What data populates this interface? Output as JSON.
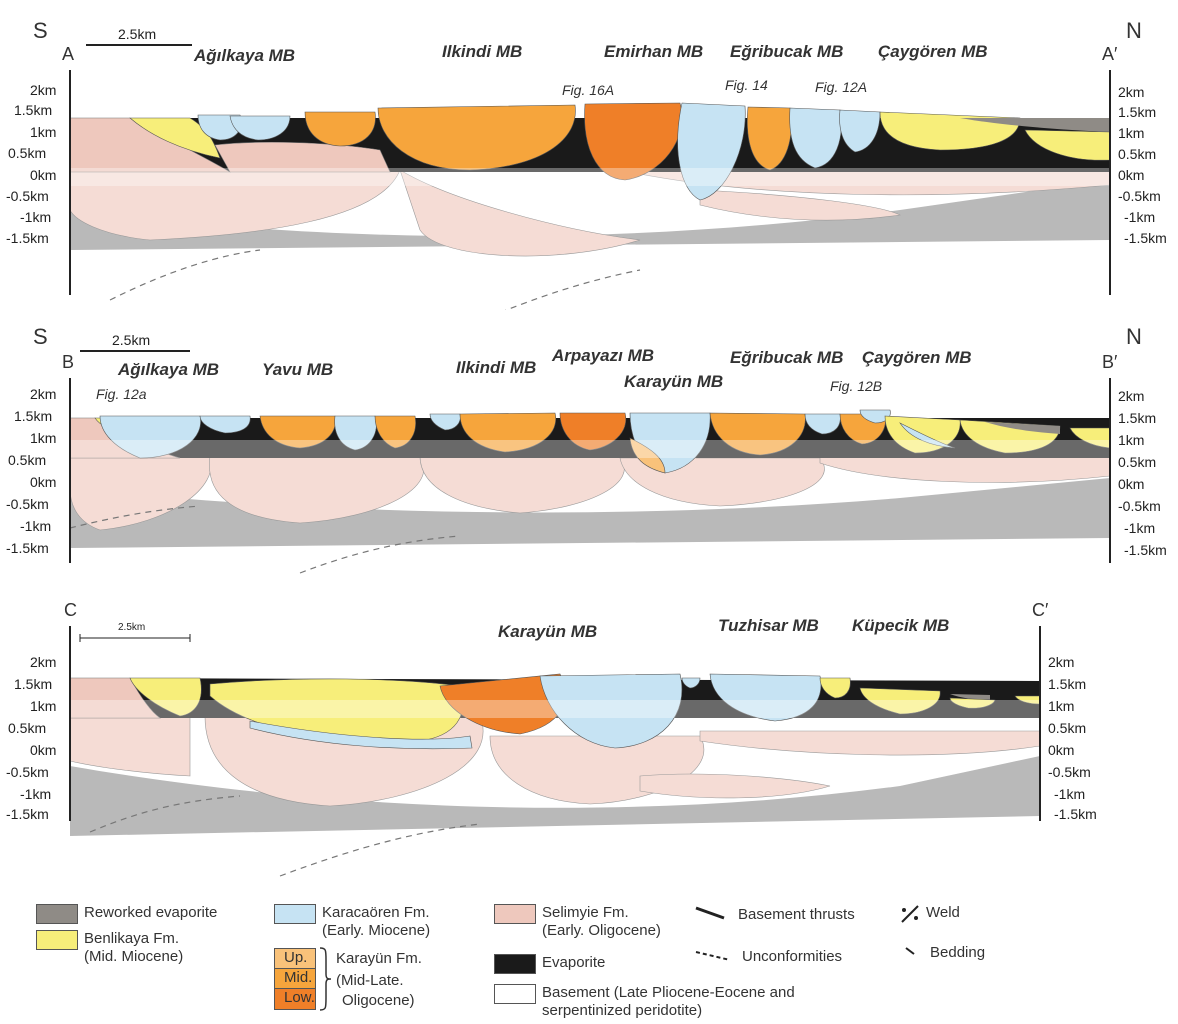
{
  "panels": [
    {
      "south": "S",
      "north": "N",
      "start": "A",
      "end": "A′",
      "scale": "2.5km",
      "mbs": [
        "Ağılkaya  MB",
        "Ilkindi MB",
        "Emirhan MB",
        "Eğribucak MB",
        "Çaygören MB"
      ],
      "figs": [
        "Fig. 16A",
        "Fig. 14",
        "Fig. 12A"
      ],
      "left_ticks": [
        "2km",
        "1.5km",
        "1km",
        "0.5km",
        "0km",
        "-0.5km",
        "-1km",
        "-1.5km"
      ],
      "right_ticks": [
        "2km",
        "1.5km",
        "1km",
        "0.5km",
        "0km",
        "-0.5km",
        "-1km",
        "-1.5km"
      ]
    },
    {
      "south": "S",
      "north": "N",
      "start": "B",
      "end": "B′",
      "scale": "2.5km",
      "mbs": [
        "Ağılkaya  MB",
        "Yavu MB",
        "Ilkindi MB",
        "Arpayazı MB",
        "Karayün MB",
        "Eğribucak MB",
        "Çaygören MB"
      ],
      "figs": [
        "Fig. 12a",
        "Fig. 12B"
      ],
      "left_ticks": [
        "2km",
        "1.5km",
        "1km",
        "0.5km",
        "0km",
        "-0.5km",
        "-1km",
        "-1.5km"
      ],
      "right_ticks": [
        "2km",
        "1.5km",
        "1km",
        "0.5km",
        "0km",
        "-0.5km",
        "-1km",
        "-1.5km"
      ]
    },
    {
      "start": "C",
      "end": "C′",
      "scale": "2.5km",
      "mbs": [
        "Karayün MB",
        "Tuzhisar MB",
        "Küpecik MB"
      ],
      "left_ticks": [
        "2km",
        "1.5km",
        "1km",
        "0.5km",
        "0km",
        "-0.5km",
        "-1km",
        "-1.5km"
      ],
      "right_ticks": [
        "2km",
        "1.5km",
        "1km",
        "0.5km",
        "0km",
        "-0.5km",
        "-1km",
        "-1.5km"
      ]
    }
  ],
  "legend": {
    "reworked": "Reworked evaporite",
    "benlikaya_1": "Benlikaya Fm.",
    "benlikaya_2": "(Mid. Miocene)",
    "karacaoren_1": "Karacaören Fm.",
    "karacaoren_2": "(Early. Miocene)",
    "up": "Up.",
    "mid": "Mid.",
    "low": "Low.",
    "karayun_1": "Karayün Fm.",
    "karayun_2": "(Mid-Late.",
    "karayun_3": "Oligocene)",
    "selimyie_1": "Selimyie Fm.",
    "selimyie_2": "(Early. Oligocene)",
    "evaporite": "Evaporite",
    "basement_1": "Basement (Late Pliocene-Eocene and",
    "basement_2": "serpentinized peridotite)",
    "thrusts": "Basement thrusts",
    "unconformities": "Unconformities",
    "weld": "Weld",
    "bedding": "Bedding"
  },
  "colors": {
    "reworked": "#8f8b86",
    "benlikaya": "#f7ee7a",
    "karacaoren": "#c6e3f3",
    "karayun_up": "#f9c27a",
    "karayun_mid": "#f6a53c",
    "karayun_low": "#ef7f28",
    "selimyie": "#eec8bd",
    "evaporite": "#1a1a1a",
    "basement": "#ffffff",
    "basement_blocks": "#f5dcd5",
    "grey_fill": "#b9b9b9"
  }
}
